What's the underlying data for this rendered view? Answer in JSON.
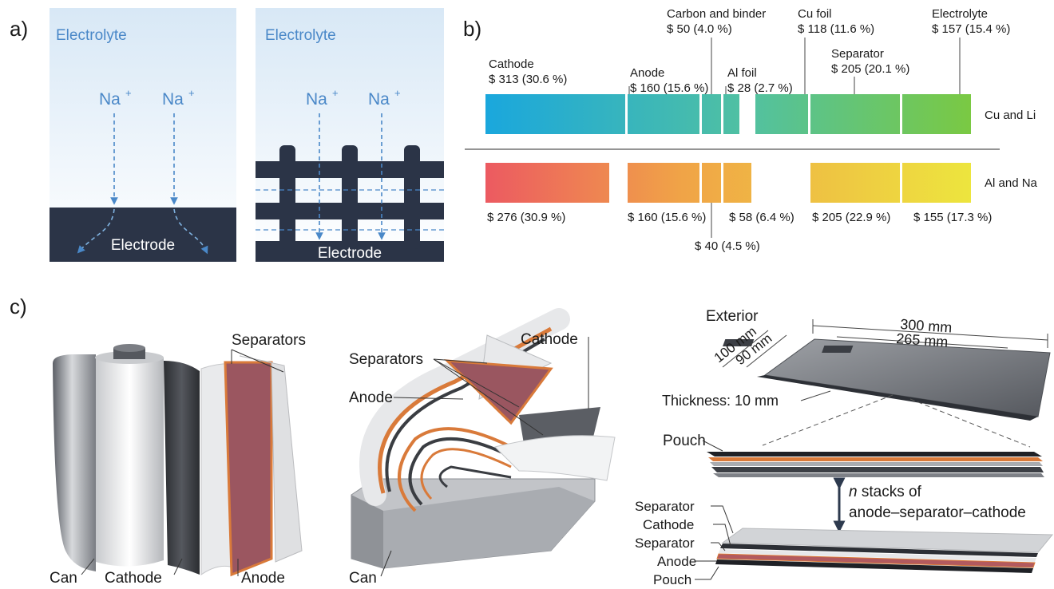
{
  "panel_a": {
    "label": "a)",
    "left": {
      "electrolyte": "Electrolyte",
      "ion1": "Na",
      "ion2": "Na",
      "charge": "+",
      "electrode": "Electrode"
    },
    "right": {
      "electrolyte": "Electrolyte",
      "ion1": "Na",
      "ion2": "Na",
      "charge": "+",
      "electrode": "Electrode"
    }
  },
  "panel_b": {
    "label": "b)",
    "top_labels": [
      {
        "name": "Cathode",
        "value": "$ 313 (30.6 %)"
      },
      {
        "name": "Anode",
        "value": "$ 160 (15.6 %)"
      },
      {
        "name": "Carbon and binder",
        "value": "$ 50 (4.0 %)"
      },
      {
        "name": "Al foil",
        "value": "$ 28 (2.7 %)"
      },
      {
        "name": "Cu foil",
        "value": "$ 118 (11.6 %)"
      },
      {
        "name": "Separator",
        "value": "$ 205 (20.1 %)"
      },
      {
        "name": "Electrolyte",
        "value": "$ 157 (15.4 %)"
      }
    ],
    "row_labels": [
      "Cu and Li",
      "Al and Na"
    ],
    "bottom_labels": [
      "$ 276 (30.9 %)",
      "$ 160 (15.6 %)",
      "$ 58 (6.4 %)",
      "$ 205 (22.9 %)",
      "$ 155 (17.3 %)",
      "$ 40 (4.5 %)"
    ],
    "colors": {
      "cu_li_start": "#1aa7dd",
      "cu_li_end": "#7ac943",
      "al_na_start": "#ec5a61",
      "al_na_end": "#ede53e"
    }
  },
  "panel_c": {
    "label": "c)",
    "cylindrical": {
      "separators": "Separators",
      "can": "Can",
      "cathode": "Cathode",
      "anode": "Anode"
    },
    "prismatic": {
      "separators": "Separators",
      "cathode": "Cathode",
      "anode": "Anode",
      "can": "Can"
    },
    "pouch": {
      "exterior": "Exterior",
      "dim_length": "300 mm",
      "dim_inner_length": "265 mm",
      "dim_width": "100 mm",
      "dim_inner_width": "90 mm",
      "thickness": "Thickness: 10 mm",
      "pouch_top": "Pouch",
      "stack_n": "n",
      "stack_text1": " stacks of",
      "stack_text2": "anode–separator–cathode",
      "layers": [
        "Separator",
        "Cathode",
        "Separator",
        "Anode",
        "Pouch"
      ]
    }
  }
}
